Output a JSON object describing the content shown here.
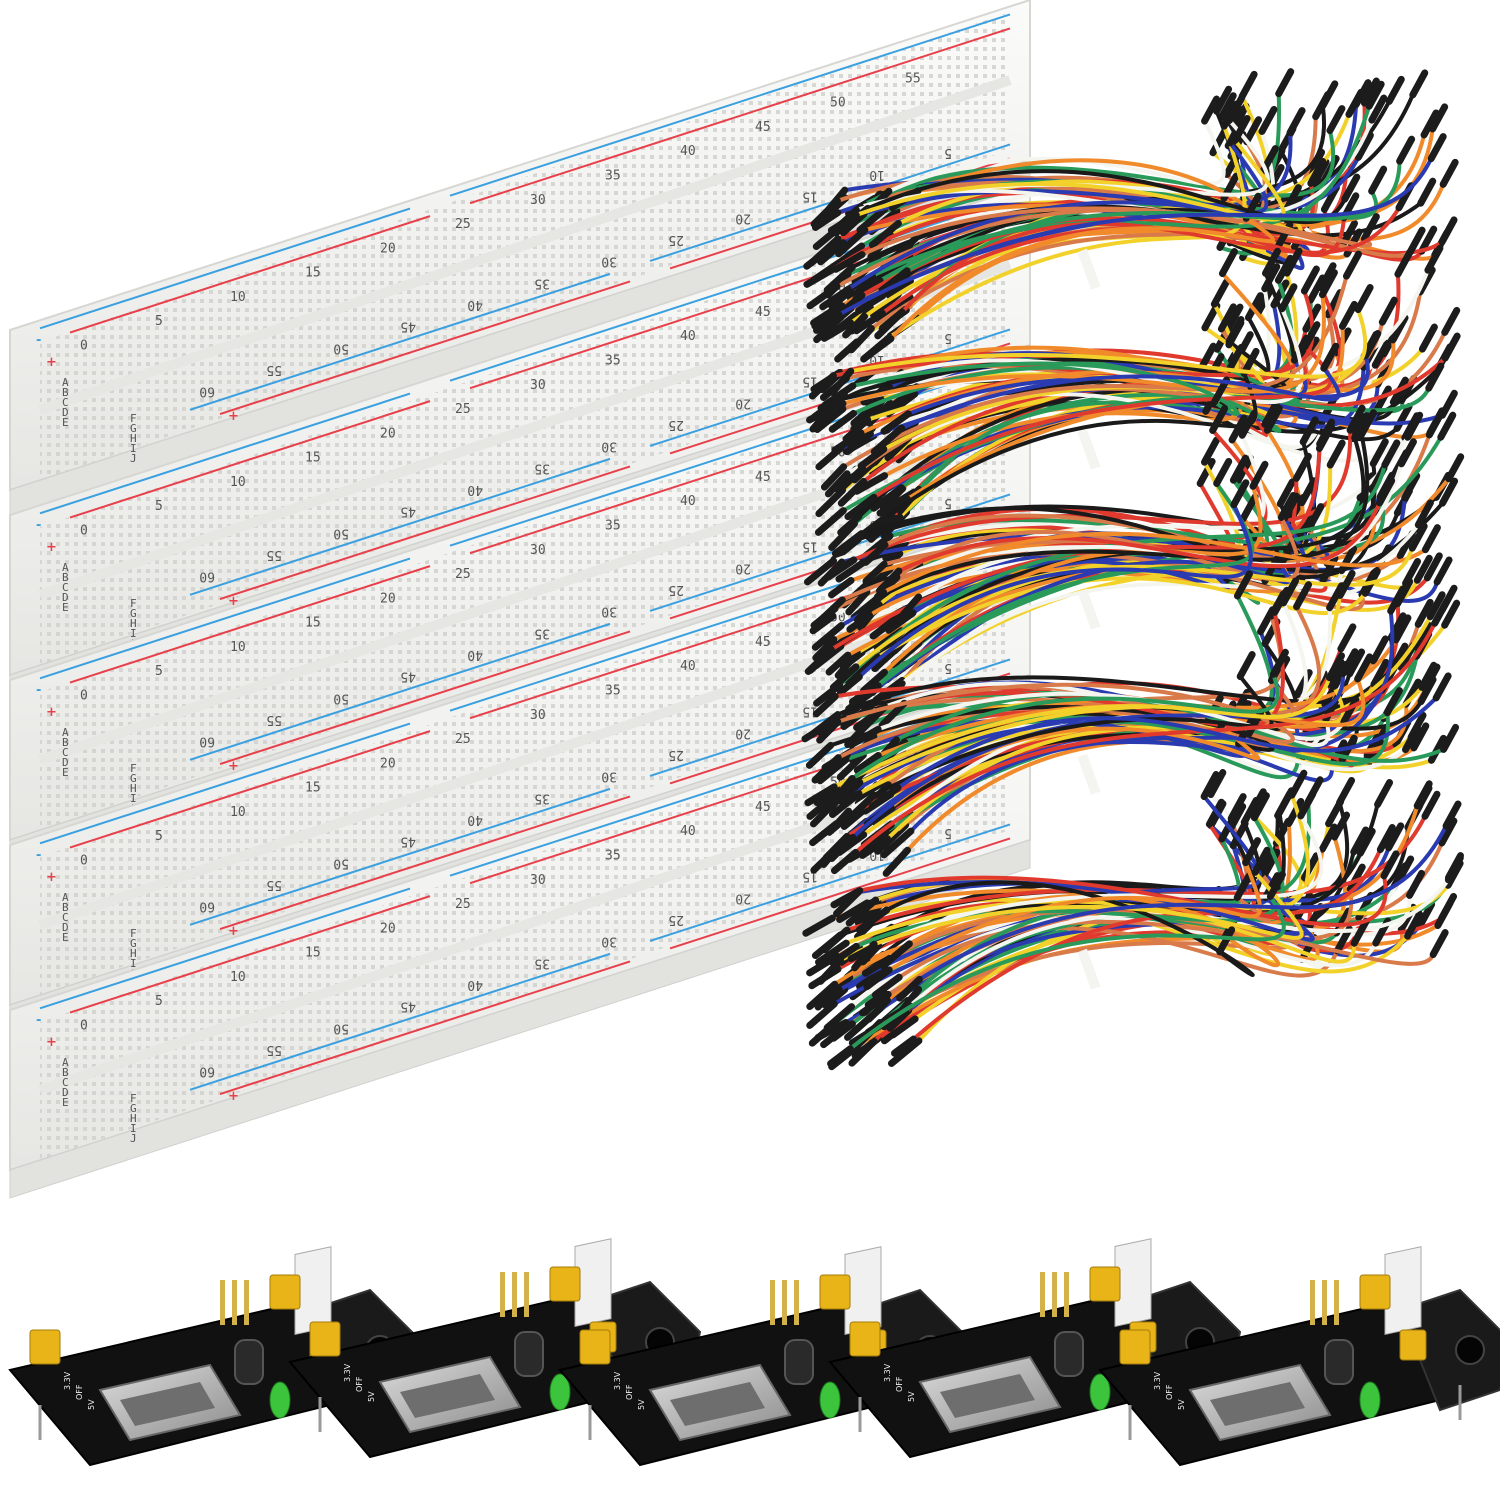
{
  "scene": {
    "description_items": [
      "breadboard",
      "jumper-wire-bundle",
      "power-supply-module"
    ],
    "breadboard_count": 5,
    "jumper_bundle_count": 5,
    "power_module_count": 5
  },
  "breadboard": {
    "top_numbers": [
      "0",
      "5",
      "10",
      "15",
      "20",
      "25",
      "30",
      "35",
      "40",
      "45",
      "50",
      "55"
    ],
    "bottom_numbers": [
      "60",
      "55",
      "50",
      "45",
      "40",
      "35",
      "30",
      "25",
      "20",
      "15",
      "10",
      "5"
    ],
    "row_letters_top": [
      "A",
      "B",
      "C",
      "D",
      "E"
    ],
    "row_letters_bottom": [
      "F",
      "G",
      "H",
      "I",
      "J"
    ],
    "plus": "+",
    "minus": "-",
    "colors": {
      "body": "#f4f4f2",
      "rail_red": "#e8404a",
      "rail_blue": "#3aa0e0",
      "hole": "#c9c9c6"
    }
  },
  "jumpers": {
    "wire_colors": [
      "#1a1a1a",
      "#e03a2e",
      "#f08a2a",
      "#f2d22a",
      "#2a9a5a",
      "#2a3ab0",
      "#f5f5f0",
      "#d97a4a"
    ],
    "pin_color": "#1c1c1c"
  },
  "power_module": {
    "labels": [
      "3.3V",
      "OFF",
      "5V"
    ],
    "colors": {
      "pcb": "#111111",
      "jumper": "#e8b418",
      "led": "#3cc43c",
      "usb": "#b8b8b8",
      "switch": "#f0f0f0"
    }
  }
}
